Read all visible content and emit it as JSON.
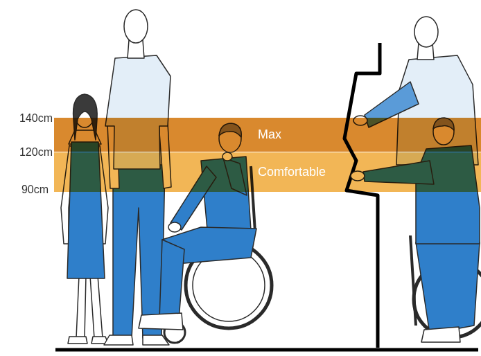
{
  "diagram": {
    "nodes": [
      {
        "text": [
          "Max"
        ]
      },
      {
        "text": [
          "Comfortable"
        ]
      }
    ],
    "labels": [
      "140cm",
      "120cm",
      "90cm"
    ]
  }
}
